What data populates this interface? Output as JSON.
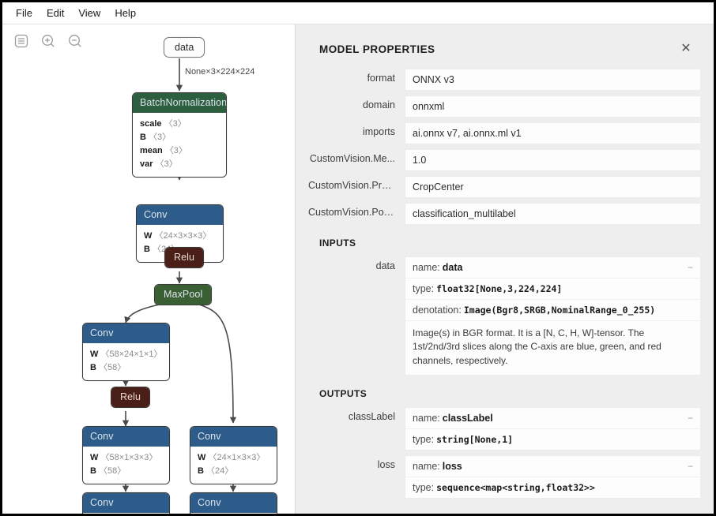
{
  "menu": {
    "items": [
      "File",
      "Edit",
      "View",
      "Help"
    ]
  },
  "toolbar": {
    "properties_label": "properties-panel-icon",
    "zoom_in_label": "zoom-in-icon",
    "zoom_out_label": "zoom-out-icon"
  },
  "graph": {
    "input_node": "data",
    "edge_label": "None×3×224×224",
    "nodes": {
      "batchnorm": {
        "title": "BatchNormalization",
        "attrs": [
          {
            "name": "scale",
            "shape": "〈3〉"
          },
          {
            "name": "B",
            "shape": "〈3〉"
          },
          {
            "name": "mean",
            "shape": "〈3〉"
          },
          {
            "name": "var",
            "shape": "〈3〉"
          }
        ]
      },
      "conv1": {
        "title": "Conv",
        "attrs": [
          {
            "name": "W",
            "shape": "〈24×3×3×3〉"
          },
          {
            "name": "B",
            "shape": "〈24〉"
          }
        ]
      },
      "relu1": {
        "title": "Relu"
      },
      "maxpool": {
        "title": "MaxPool"
      },
      "conv2": {
        "title": "Conv",
        "attrs": [
          {
            "name": "W",
            "shape": "〈58×24×1×1〉"
          },
          {
            "name": "B",
            "shape": "〈58〉"
          }
        ]
      },
      "relu2": {
        "title": "Relu"
      },
      "conv3": {
        "title": "Conv",
        "attrs": [
          {
            "name": "W",
            "shape": "〈58×1×3×3〉"
          },
          {
            "name": "B",
            "shape": "〈58〉"
          }
        ]
      },
      "conv4": {
        "title": "Conv",
        "attrs": [
          {
            "name": "W",
            "shape": "〈24×1×3×3〉"
          },
          {
            "name": "B",
            "shape": "〈24〉"
          }
        ]
      },
      "conv5": {
        "title": "Conv"
      },
      "conv6": {
        "title": "Conv"
      }
    }
  },
  "panel": {
    "title": "MODEL PROPERTIES",
    "close_icon": "✕",
    "properties": [
      {
        "label": "format",
        "value": "ONNX v3"
      },
      {
        "label": "domain",
        "value": "onnxml"
      },
      {
        "label": "imports",
        "value": "ai.onnx v7, ai.onnx.ml v1"
      },
      {
        "label": "CustomVision.Me...",
        "value": "1.0"
      },
      {
        "label": "CustomVision.Pre...",
        "value": "CropCenter"
      },
      {
        "label": "CustomVision.Pos...",
        "value": "classification_multilabel"
      }
    ],
    "inputs_title": "INPUTS",
    "inputs": [
      {
        "label": "data",
        "name_key": "name:",
        "name_value": "data",
        "type_key": "type:",
        "type_value": "float32[None,3,224,224]",
        "denotation_key": "denotation:",
        "denotation_value": "Image(Bgr8,SRGB,NominalRange_0_255)",
        "description": "Image(s) in BGR format. It is a [N, C, H, W]-tensor. The 1st/2nd/3rd slices along the C-axis are blue, green, and red channels, respectively.",
        "collapse_icon": "−"
      }
    ],
    "outputs_title": "OUTPUTS",
    "outputs": [
      {
        "label": "classLabel",
        "name_key": "name:",
        "name_value": "classLabel",
        "type_key": "type:",
        "type_value": "string[None,1]",
        "collapse_icon": "−"
      },
      {
        "label": "loss",
        "name_key": "name:",
        "name_value": "loss",
        "type_key": "type:",
        "type_value": "sequence<map<string,float32>>",
        "collapse_icon": "−"
      }
    ]
  },
  "colors": {
    "batchnorm": "#2d5e3f",
    "conv": "#2e5c8a",
    "relu": "#4a1f17",
    "maxpool": "#3a5f33",
    "panel_bg": "#eeeeee"
  }
}
